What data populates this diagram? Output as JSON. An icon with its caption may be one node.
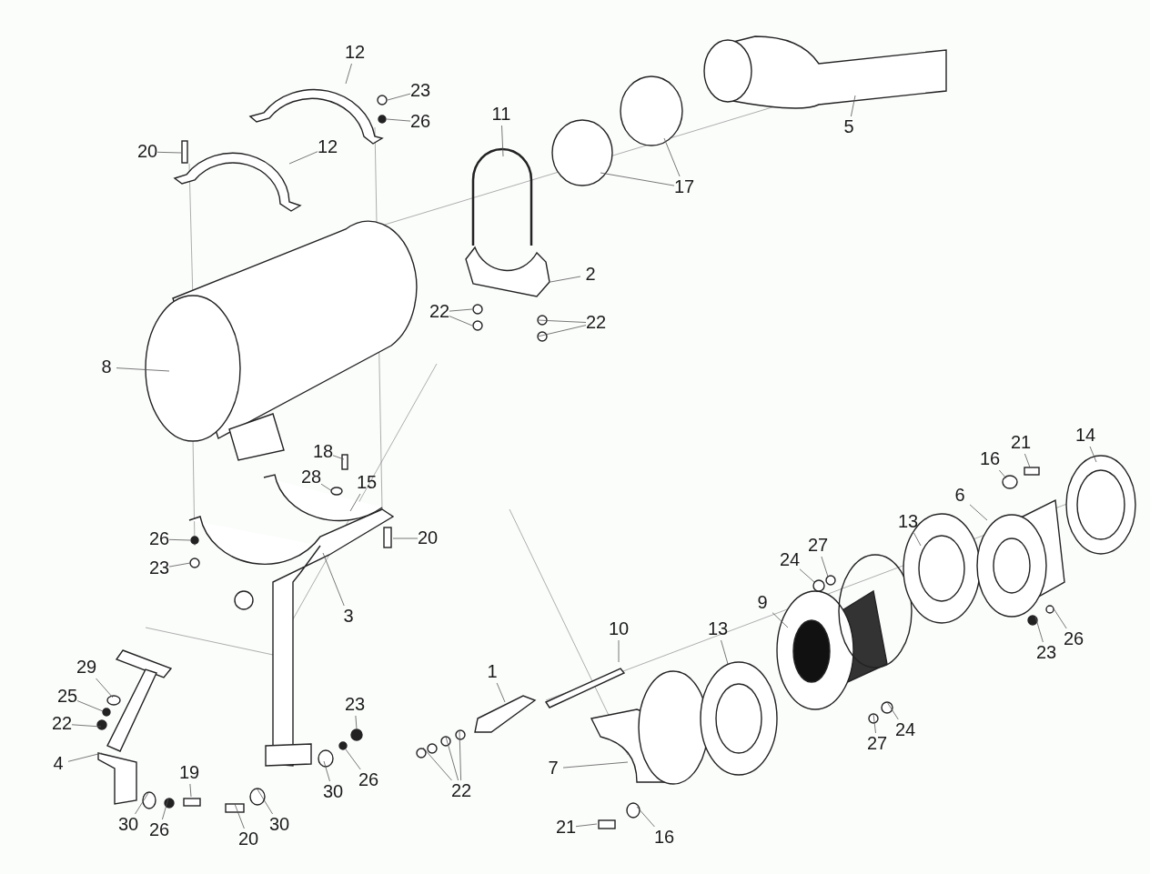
{
  "diagram": {
    "nodes": [
      {
        "text": [
          "12"
        ]
      },
      {
        "text": [
          "23"
        ]
      },
      {
        "text": [
          "26"
        ]
      },
      {
        "text": [
          "11"
        ]
      },
      {
        "text": [
          "20"
        ]
      },
      {
        "text": [
          "12"
        ]
      },
      {
        "text": [
          "5"
        ]
      },
      {
        "text": [
          "17"
        ]
      },
      {
        "text": [
          "2"
        ]
      },
      {
        "text": [
          "22"
        ]
      },
      {
        "text": [
          "22"
        ]
      },
      {
        "text": [
          "8"
        ]
      },
      {
        "text": [
          "18"
        ]
      },
      {
        "text": [
          "28"
        ]
      },
      {
        "text": [
          "15"
        ]
      },
      {
        "text": [
          "21"
        ]
      },
      {
        "text": [
          "16"
        ]
      },
      {
        "text": [
          "14"
        ]
      },
      {
        "text": [
          "26"
        ]
      },
      {
        "text": [
          "20"
        ]
      },
      {
        "text": [
          "6"
        ]
      },
      {
        "text": [
          "13"
        ]
      },
      {
        "text": [
          "24"
        ]
      },
      {
        "text": [
          "27"
        ]
      },
      {
        "text": [
          "23"
        ]
      },
      {
        "text": [
          "3"
        ]
      },
      {
        "text": [
          "9"
        ]
      },
      {
        "text": [
          "10"
        ]
      },
      {
        "text": [
          "13"
        ]
      },
      {
        "text": [
          "1"
        ]
      },
      {
        "text": [
          "23"
        ]
      },
      {
        "text": [
          "26"
        ]
      },
      {
        "text": [
          "29"
        ]
      },
      {
        "text": [
          "25"
        ]
      },
      {
        "text": [
          "22"
        ]
      },
      {
        "text": [
          "23"
        ]
      },
      {
        "text": [
          "7"
        ]
      },
      {
        "text": [
          "27"
        ]
      },
      {
        "text": [
          "24"
        ]
      },
      {
        "text": [
          "4"
        ]
      },
      {
        "text": [
          "26"
        ]
      },
      {
        "text": [
          "30"
        ]
      },
      {
        "text": [
          "22"
        ]
      },
      {
        "text": [
          "19"
        ]
      },
      {
        "text": [
          "30"
        ]
      },
      {
        "text": [
          "26"
        ]
      },
      {
        "text": [
          "30"
        ]
      },
      {
        "text": [
          "20"
        ]
      },
      {
        "text": [
          "21"
        ]
      },
      {
        "text": [
          "16"
        ]
      }
    ],
    "edges": [
      {
        "from": 0,
        "to": null,
        "arrow": "none"
      },
      {
        "from": 1,
        "to": null,
        "arrow": "none"
      },
      {
        "from": 2,
        "to": null,
        "arrow": "none"
      },
      {
        "from": 3,
        "to": null,
        "arrow": "none"
      },
      {
        "from": 4,
        "to": null,
        "arrow": "none"
      },
      {
        "from": 5,
        "to": null,
        "arrow": "none"
      },
      {
        "from": 6,
        "to": null,
        "arrow": "none"
      },
      {
        "from": 7,
        "to": null,
        "arrow": "none"
      },
      {
        "from": 7,
        "to": null,
        "arrow": "none"
      },
      {
        "from": 8,
        "to": null,
        "arrow": "none"
      },
      {
        "from": 9,
        "to": null,
        "arrow": "none"
      },
      {
        "from": 9,
        "to": null,
        "arrow": "none"
      },
      {
        "from": 10,
        "to": null,
        "arrow": "none"
      },
      {
        "from": 10,
        "to": null,
        "arrow": "none"
      },
      {
        "from": 11,
        "to": null,
        "arrow": "none"
      },
      {
        "from": 12,
        "to": null,
        "arrow": "none"
      },
      {
        "from": 13,
        "to": null,
        "arrow": "none"
      },
      {
        "from": 14,
        "to": null,
        "arrow": "none"
      },
      {
        "from": 15,
        "to": null,
        "arrow": "none"
      },
      {
        "from": 16,
        "to": null,
        "arrow": "none"
      },
      {
        "from": 17,
        "to": null,
        "arrow": "none"
      },
      {
        "from": 18,
        "to": null,
        "arrow": "none"
      },
      {
        "from": 19,
        "to": null,
        "arrow": "none"
      },
      {
        "from": 20,
        "to": null,
        "arrow": "none"
      },
      {
        "from": 21,
        "to": null,
        "arrow": "none"
      },
      {
        "from": 22,
        "to": null,
        "arrow": "none"
      },
      {
        "from": 23,
        "to": null,
        "arrow": "none"
      },
      {
        "from": 24,
        "to": null,
        "arrow": "none"
      },
      {
        "from": 25,
        "to": null,
        "arrow": "none"
      },
      {
        "from": 26,
        "to": null,
        "arrow": "none"
      },
      {
        "from": 27,
        "to": null,
        "arrow": "none"
      },
      {
        "from": 28,
        "to": null,
        "arrow": "none"
      },
      {
        "from": 29,
        "to": null,
        "arrow": "none"
      },
      {
        "from": 30,
        "to": null,
        "arrow": "none"
      },
      {
        "from": 31,
        "to": null,
        "arrow": "none"
      },
      {
        "from": 32,
        "to": null,
        "arrow": "none"
      },
      {
        "from": 33,
        "to": null,
        "arrow": "none"
      },
      {
        "from": 34,
        "to": null,
        "arrow": "none"
      },
      {
        "from": 35,
        "to": null,
        "arrow": "none"
      },
      {
        "from": 36,
        "to": null,
        "arrow": "none"
      },
      {
        "from": 37,
        "to": null,
        "arrow": "none"
      },
      {
        "from": 38,
        "to": null,
        "arrow": "none"
      },
      {
        "from": 39,
        "to": null,
        "arrow": "none"
      },
      {
        "from": 40,
        "to": null,
        "arrow": "none"
      },
      {
        "from": 41,
        "to": null,
        "arrow": "none"
      },
      {
        "from": 42,
        "to": null,
        "arrow": "none"
      },
      {
        "from": 42,
        "to": null,
        "arrow": "none"
      },
      {
        "from": 42,
        "to": null,
        "arrow": "none"
      },
      {
        "from": 43,
        "to": null,
        "arrow": "none"
      },
      {
        "from": 44,
        "to": null,
        "arrow": "none"
      },
      {
        "from": 45,
        "to": null,
        "arrow": "none"
      },
      {
        "from": 46,
        "to": null,
        "arrow": "none"
      },
      {
        "from": 47,
        "to": null,
        "arrow": "none"
      },
      {
        "from": 48,
        "to": null,
        "arrow": "none"
      },
      {
        "from": 49,
        "to": null,
        "arrow": "none"
      }
    ]
  }
}
